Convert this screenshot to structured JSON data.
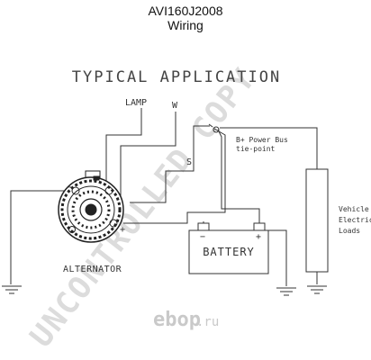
{
  "header": {
    "part_number": "AVI160J2008",
    "subtitle": "Wiring"
  },
  "diagram": {
    "heading": "TYPICAL APPLICATION",
    "lamp_label": "LAMP",
    "w_label": "W",
    "s_label": "S",
    "b_plus_label_line1": "B+ Power Bus",
    "b_plus_label_line2": "tie-point",
    "battery_label": "BATTERY",
    "battery_neg": "−",
    "battery_pos": "+",
    "alt_neg": "−",
    "alt_pos": "+",
    "alternator_label": "ALTERNATOR",
    "vehicle_label_line1": "Vehicle",
    "vehicle_label_line2": "Electrical",
    "vehicle_label_line3": "Loads",
    "watermark": "UNCONTROLLED COPY",
    "logo_text": "ebop",
    "logo_suffix": ".ru"
  },
  "colors": {
    "line": "#333333",
    "watermark": "#d9d9d9",
    "logo": "#c8c8c8"
  }
}
